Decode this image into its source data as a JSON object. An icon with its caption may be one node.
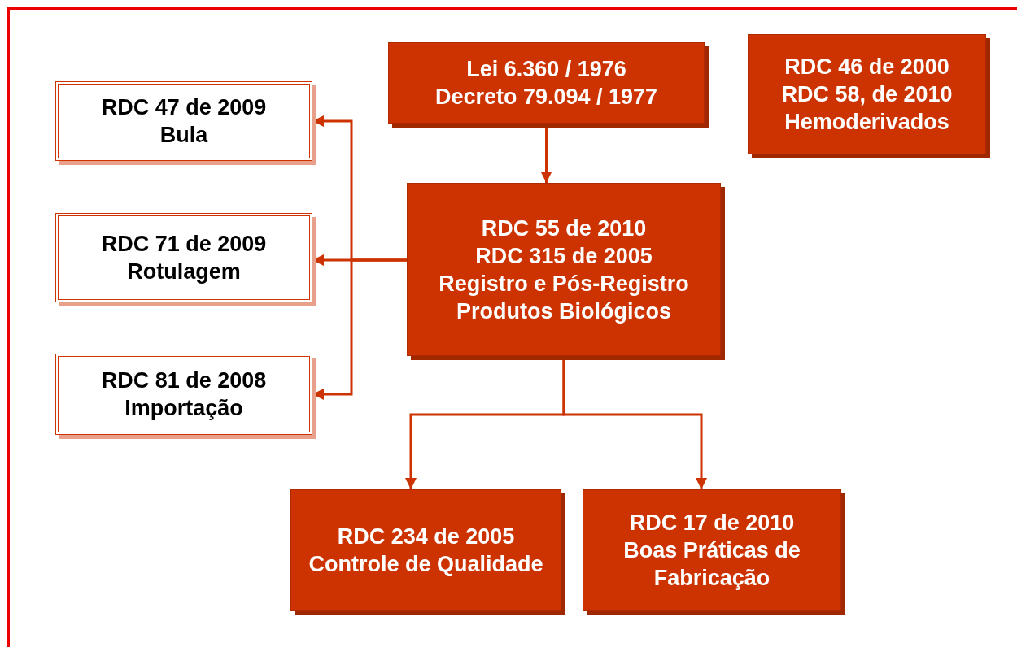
{
  "diagram": {
    "nodes": [
      {
        "text": [
          "Lei 6.360 / 1976",
          "Decreto 79.094 / 1977"
        ]
      },
      {
        "text": [
          "RDC 46 de 2000",
          "RDC 58, de 2010",
          "Hemoderivados"
        ]
      },
      {
        "text": [
          "RDC 47 de 2009",
          "Bula"
        ]
      },
      {
        "text": [
          "RDC 55 de 2010",
          "RDC 315 de 2005",
          "Registro e Pós-Registro Produtos Biológicos"
        ]
      },
      {
        "text": [
          "RDC 71 de 2009",
          "Rotulagem"
        ]
      },
      {
        "text": [
          "RDC 81 de 2008",
          "Importação"
        ]
      },
      {
        "text": [
          "RDC 234 de 2005",
          "Controle de Qualidade"
        ]
      },
      {
        "text": [
          "RDC 17 de 2010",
          "Boas Práticas de Fabricação"
        ]
      }
    ],
    "edges": [
      {
        "from": 0,
        "to": 3,
        "arrow": "to"
      },
      {
        "from": 3,
        "to": 2,
        "arrow": "to"
      },
      {
        "from": 3,
        "to": 4,
        "arrow": "to"
      },
      {
        "from": 3,
        "to": 5,
        "arrow": "to"
      },
      {
        "from": 3,
        "to": 6,
        "arrow": "to"
      },
      {
        "from": 3,
        "to": 7,
        "arrow": "to"
      }
    ]
  }
}
